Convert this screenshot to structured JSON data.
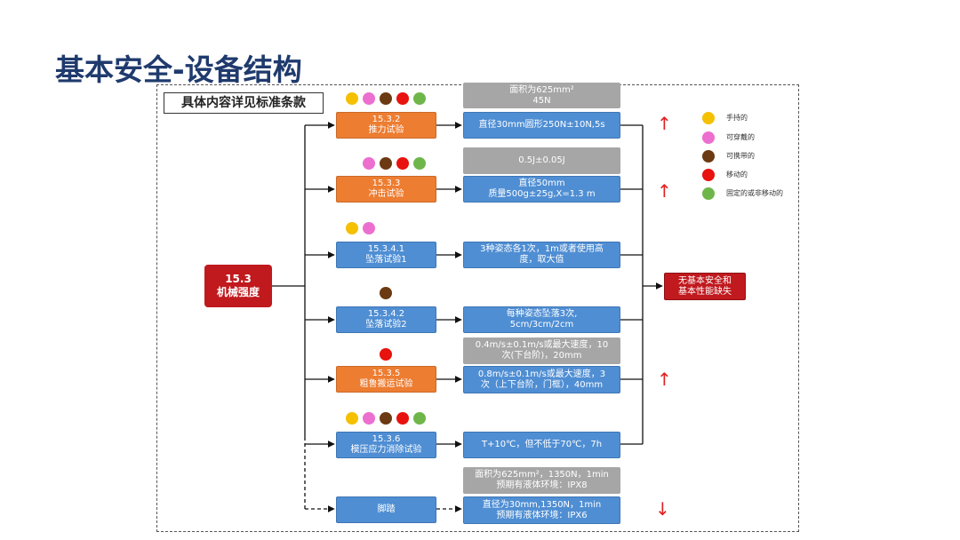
{
  "page": {
    "title": "基本安全-设备结构"
  },
  "note": "具体内容详见标准条款",
  "colors": {
    "handheld": "#f5c000",
    "wearable": "#ec6fcf",
    "portable": "#6b3a12",
    "mobile": "#e8120e",
    "fixed": "#6fb64a",
    "orange": "#ed7d31",
    "blue": "#4f8ed3",
    "gray": "#a6a6a6",
    "red": "#c0191e"
  },
  "root": {
    "line1": "15.3",
    "line2": "机械强度"
  },
  "result": {
    "line1": "无基本安全和",
    "line2": "基本性能缺失"
  },
  "tests": [
    {
      "clause": "15.3.2",
      "name": "推力试验",
      "dots": [
        "handheld",
        "wearable",
        "portable",
        "mobile",
        "fixed"
      ],
      "top_box": {
        "line1": "面积为625mm²",
        "line2": "45N"
      },
      "detail": {
        "line1": "直径30mm圆形250N±10N,5s",
        "line2": ""
      },
      "arrow": "↑"
    },
    {
      "clause": "15.3.3",
      "name": "冲击试验",
      "dots": [
        "wearable",
        "portable",
        "mobile",
        "fixed"
      ],
      "top_box": {
        "line1": "0.5J±0.05J",
        "line2": ""
      },
      "detail": {
        "line1": "直径50mm",
        "line2": "质量500g±25g,X=1.3  m"
      },
      "arrow": "↑"
    },
    {
      "clause": "15.3.4.1",
      "name": "坠落试验1",
      "dots": [
        "handheld",
        "wearable"
      ],
      "detail": {
        "line1": "3种姿态各1次，1m或者使用高",
        "line2": "度，取大值"
      }
    },
    {
      "clause": "15.3.4.2",
      "name": "坠落试验2",
      "dots": [
        "portable"
      ],
      "detail": {
        "line1": "每种姿态坠落3次,",
        "line2": "5cm/3cm/2cm"
      }
    },
    {
      "clause": "15.3.5",
      "name": "粗鲁搬运试验",
      "dots": [
        "mobile"
      ],
      "top_box": {
        "line1": "0.4m/s±0.1m/s或最大速度，10",
        "line2": "次(下台阶)，20mm"
      },
      "detail": {
        "line1": "0.8m/s±0.1m/s或最大速度，3",
        "line2": "次（上下台阶，门框），40mm"
      },
      "arrow": "↑"
    },
    {
      "clause": "15.3.6",
      "name": "模压应力消除试验",
      "dots": [
        "handheld",
        "wearable",
        "portable",
        "mobile",
        "fixed"
      ],
      "detail": {
        "line1": "T+10℃，但不低于70℃，7h",
        "line2": ""
      }
    },
    {
      "clause": "",
      "name": "脚踏",
      "dots": [],
      "top_box": {
        "line1": "面积为625mm²，1350N，1min",
        "line2": "预期有液体环境：IPX8"
      },
      "detail": {
        "line1": "直径为30mm,1350N，1min",
        "line2": "预期有液体环境：IPX6"
      },
      "arrow": "↓"
    }
  ],
  "legend": [
    {
      "key": "handheld",
      "label": "手持的"
    },
    {
      "key": "wearable",
      "label": "可穿戴的"
    },
    {
      "key": "portable",
      "label": "可携带的"
    },
    {
      "key": "mobile",
      "label": "移动的"
    },
    {
      "key": "fixed",
      "label": "固定的或非移动的"
    }
  ]
}
